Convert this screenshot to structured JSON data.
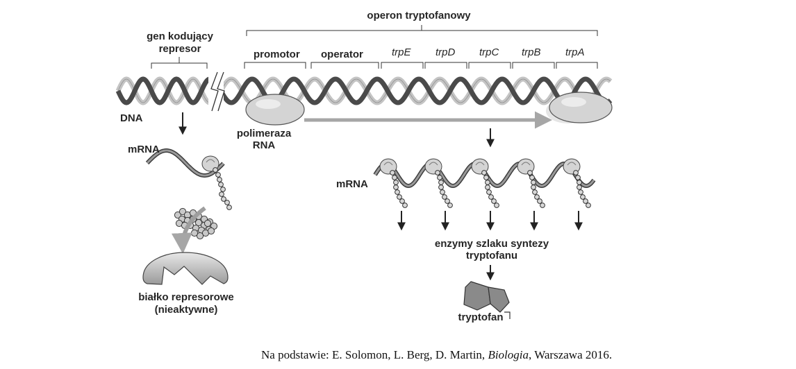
{
  "labels": {
    "operon": "operon tryptofanowy",
    "repressor_gene_line1": "gen kodujący",
    "repressor_gene_line2": "represor",
    "promoter": "promotor",
    "operator": "operator",
    "dna": "DNA",
    "polymerase_line1": "polimeraza",
    "polymerase_line2": "RNA",
    "mrna_left": "mRNA",
    "mrna_right": "mRNA",
    "enzymes_line1": "enzymy szlaku syntezy",
    "enzymes_line2": "tryptofanu",
    "tryptophan": "tryptofan",
    "repressor_protein_line1": "białko represorowe",
    "repressor_protein_line2": "(nieaktywne)"
  },
  "genes": [
    "trpE",
    "trpD",
    "trpC",
    "trpB",
    "trpA"
  ],
  "source": {
    "prefix": "Na podstawie: E. Solomon, L. Berg, D. Martin, ",
    "book": "Biologia",
    "suffix": ", Warszawa 2016."
  },
  "colors": {
    "strand_dark": "#4a4a4a",
    "strand_light": "#c4c4c4",
    "ribosome": "#d4d4d4",
    "protein": "#b5b5b5",
    "arrow": "#222222",
    "transcription_arrow": "#a6a6a6",
    "tryptophan_ring": "#8a8a8a"
  }
}
